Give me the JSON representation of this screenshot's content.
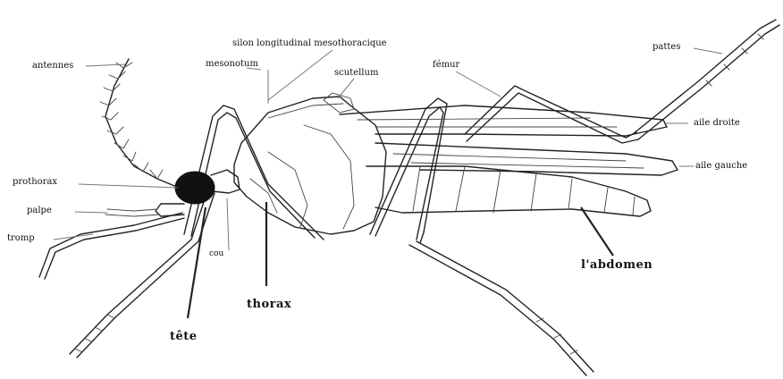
{
  "labels": {
    "antennes": "antennes",
    "silon": "silon longitudinal mesothoracique",
    "mesonotum": "mesonotum",
    "scutellum": "scutellum",
    "femur": "fémur",
    "pattes": "pattes",
    "aile_droite": "aile droite",
    "aile_gauche": "aile gauche",
    "prothorax": "prothorax",
    "palpe": "palpe",
    "tromp": "tromp",
    "cou": "cou",
    "abdomen": "l'abdomen",
    "thorax": "thorax",
    "tete": "tête"
  },
  "colors": {
    "outline": "#222222",
    "leader": "#777777",
    "head_fill": "#111111"
  }
}
